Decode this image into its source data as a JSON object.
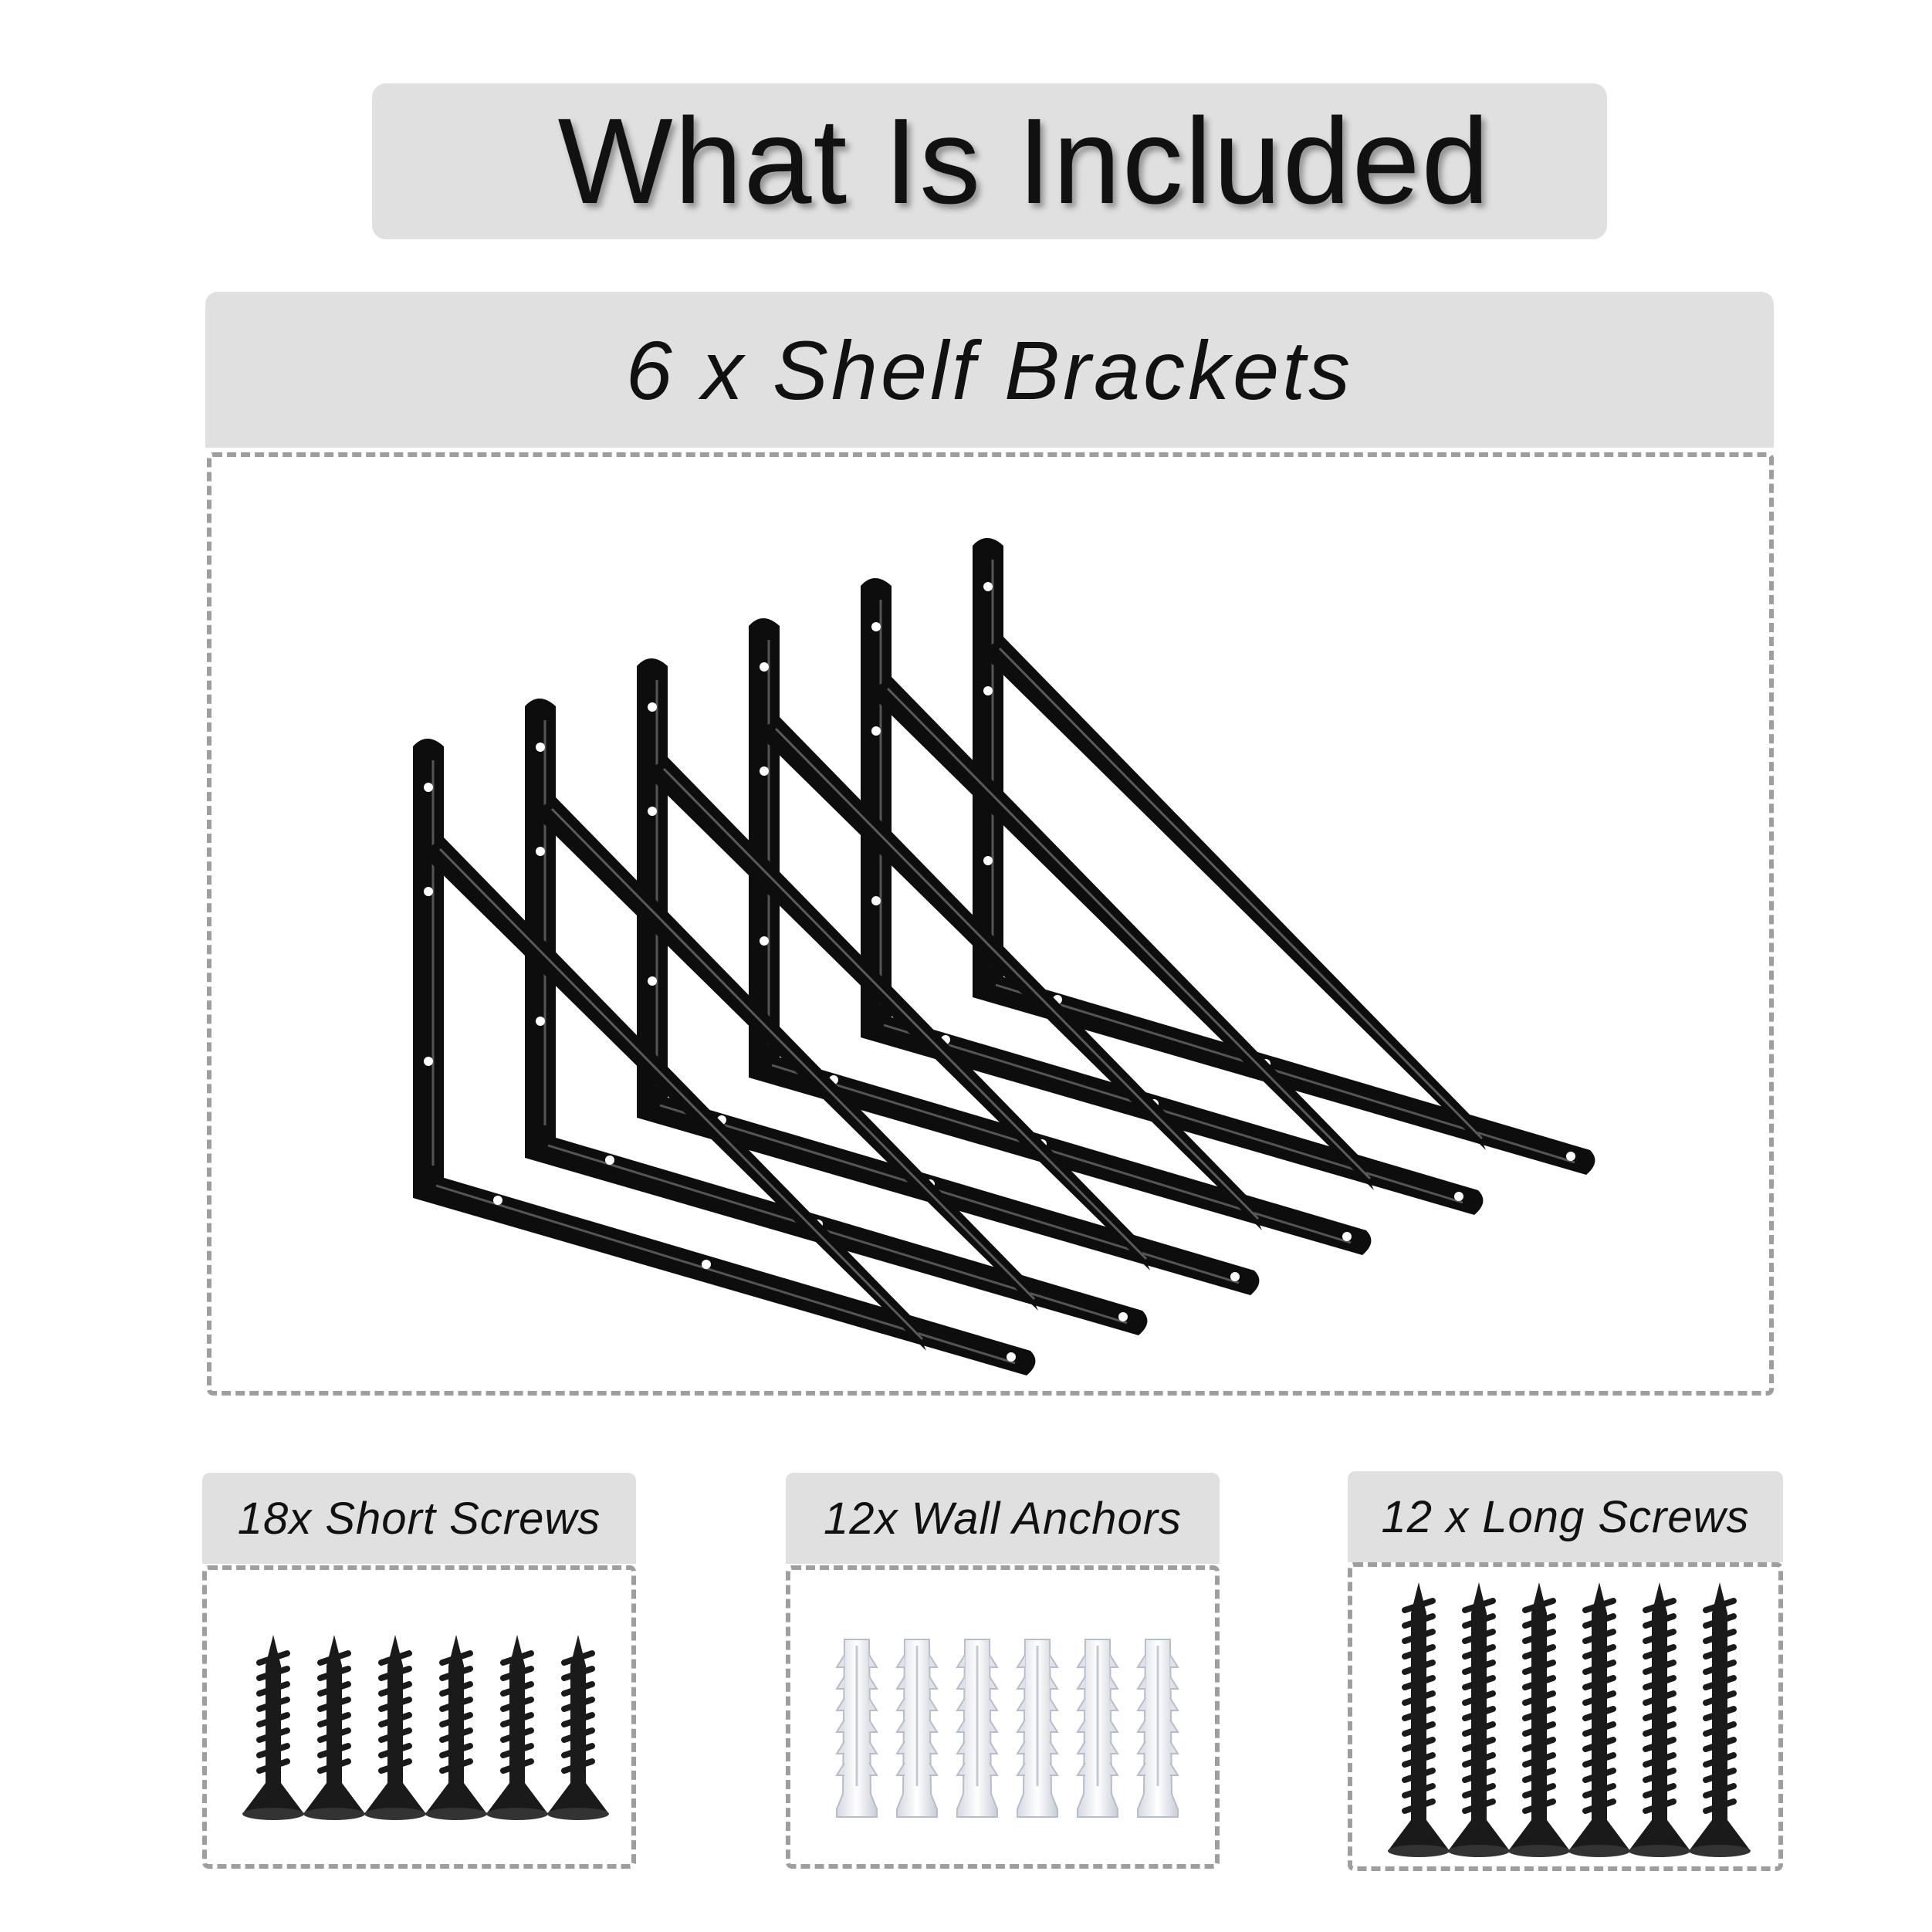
{
  "title": "What Is Included",
  "brackets": {
    "label": "6 x Shelf Brackets",
    "count": 6,
    "color": "#0d0d0d"
  },
  "parts": [
    {
      "label": "18x Short Screws",
      "kind": "short-screw",
      "color": "#1a1a1a",
      "shown": 6
    },
    {
      "label": "12x Wall Anchors",
      "kind": "wall-anchor",
      "color": "#eef0f6",
      "shown": 6
    },
    {
      "label": "12 x Long Screws",
      "kind": "long-screw",
      "color": "#1a1a1a",
      "shown": 6
    }
  ]
}
